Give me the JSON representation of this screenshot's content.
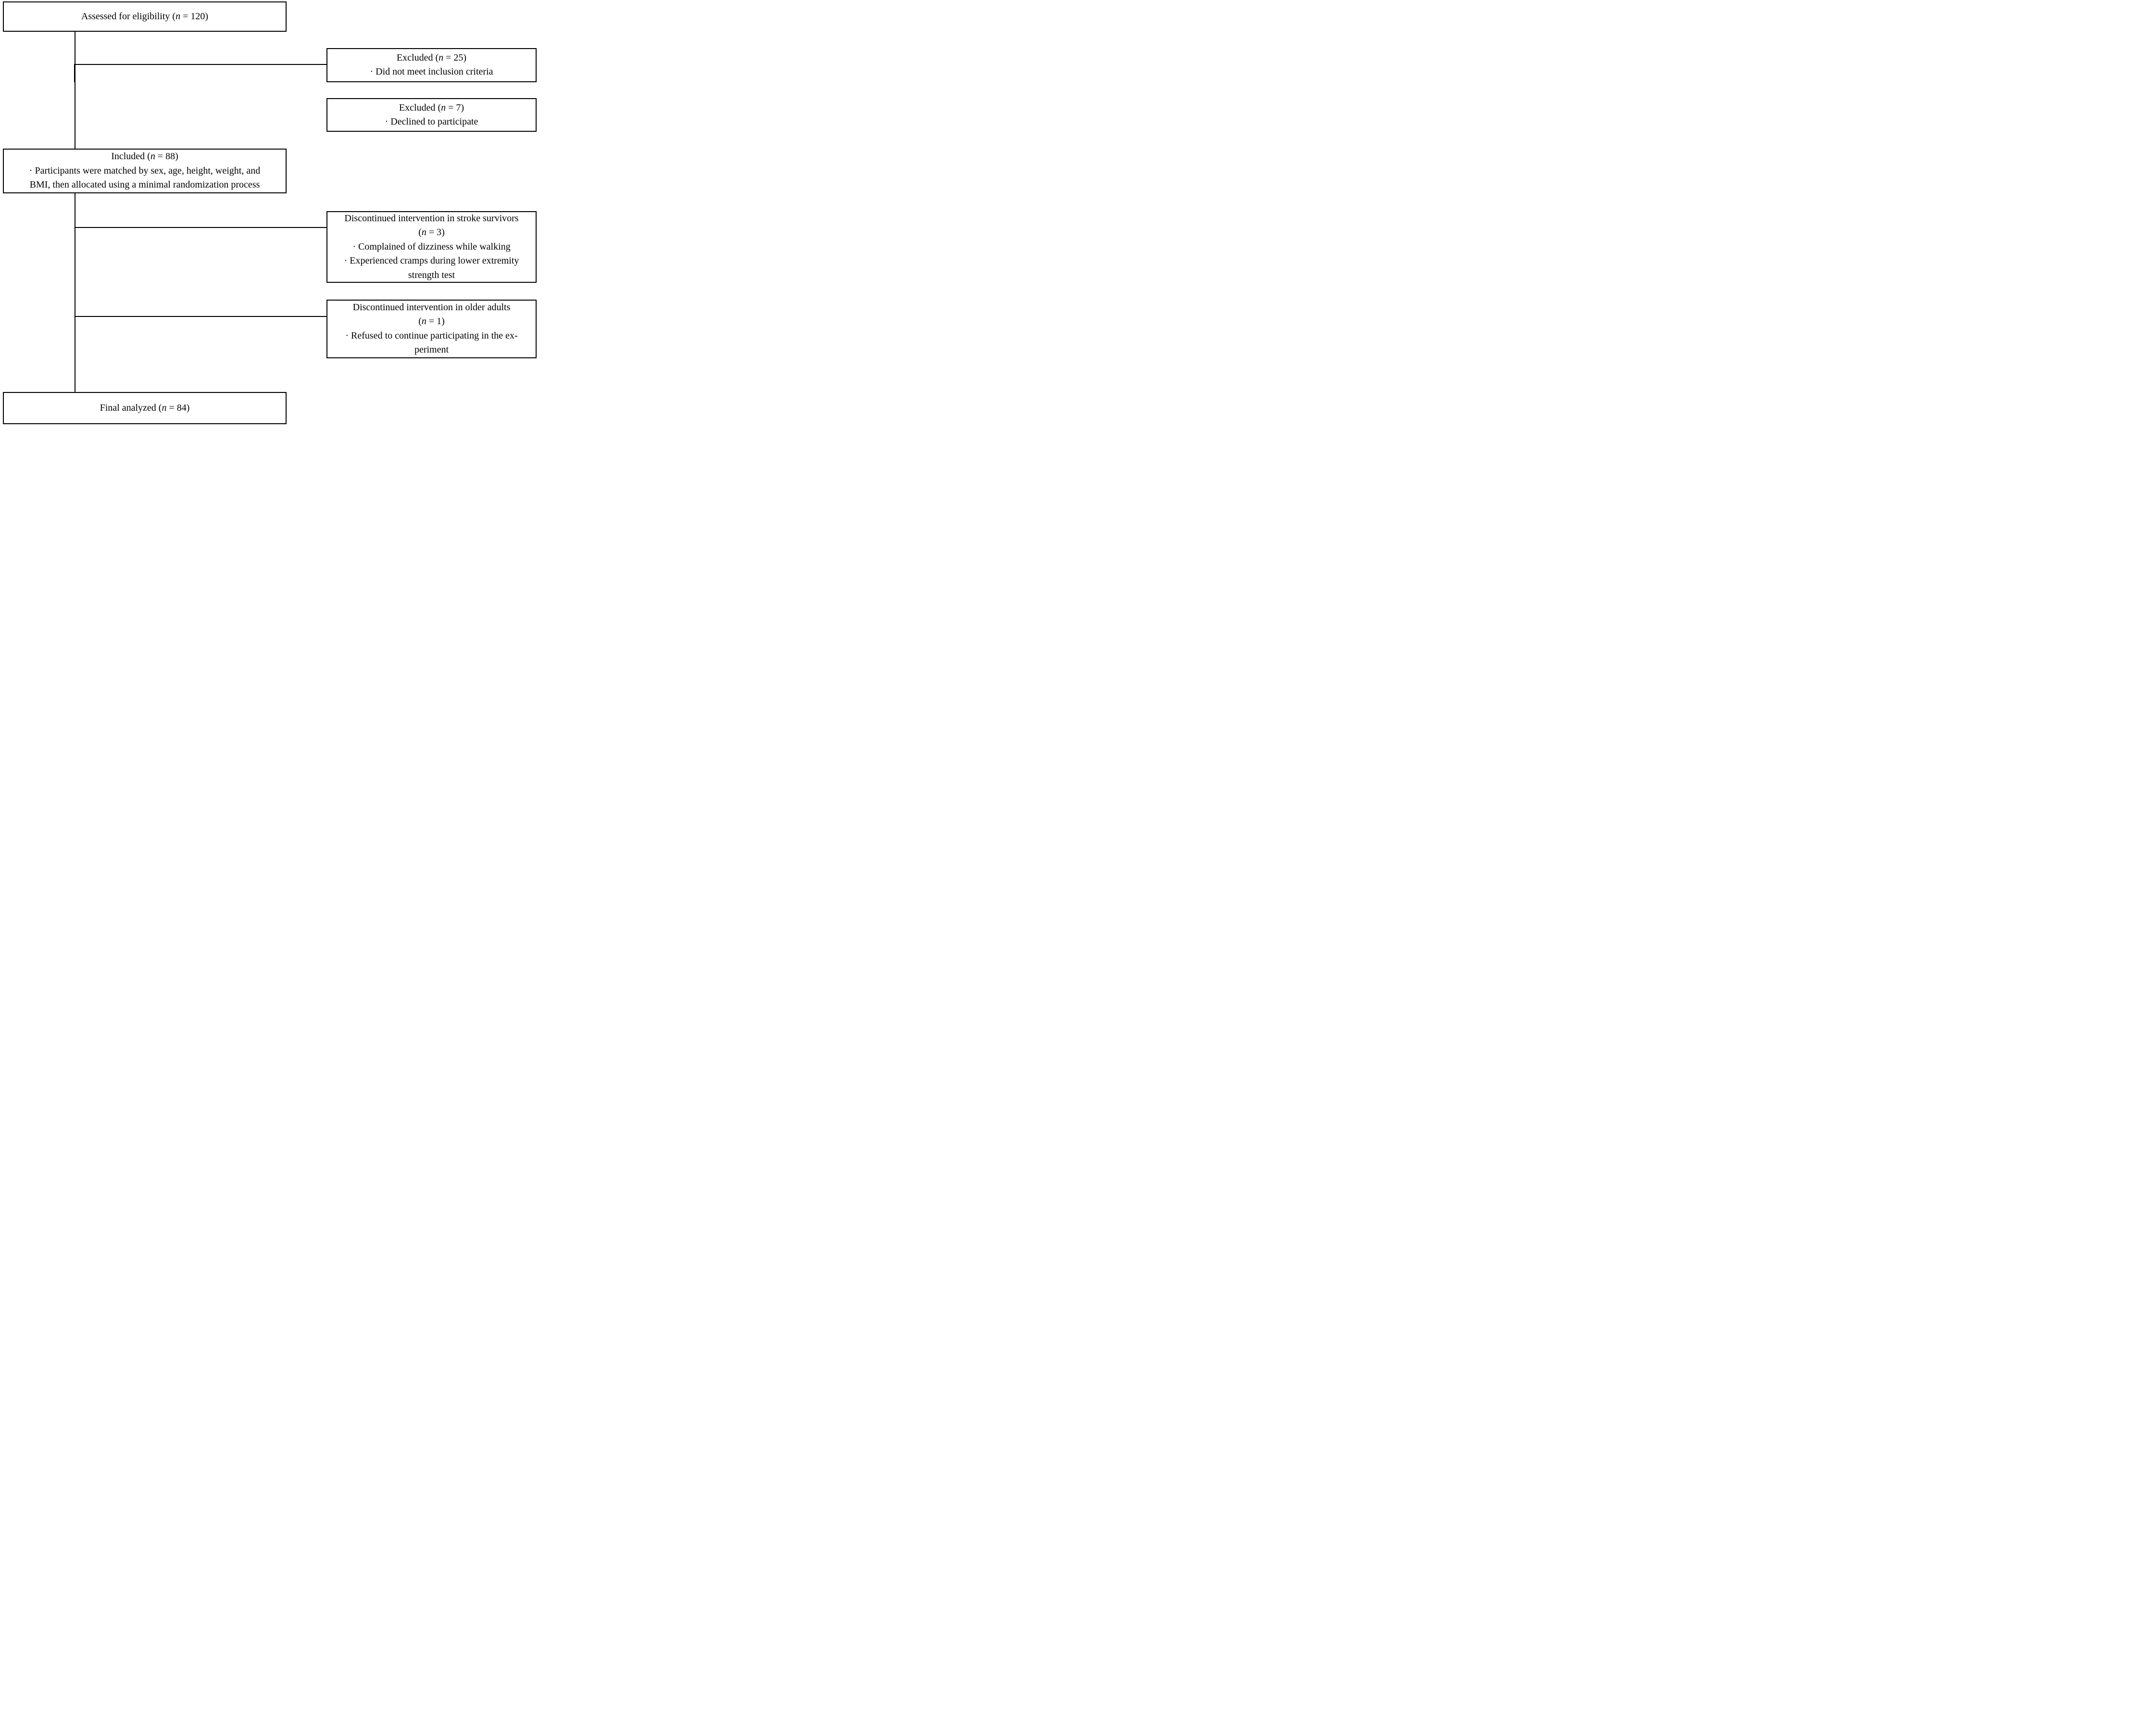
{
  "figure": {
    "type": "participant-flow-diagram",
    "background_color": "#ffffff",
    "line_color": "#000000",
    "text_color": "#000000",
    "boxes": {
      "assessed": {
        "lines": [
          [
            {
              "t": "Assessed for eligibility ("
            },
            {
              "t": "n",
              "i": true
            },
            {
              "t": " = 120)"
            }
          ]
        ]
      },
      "excluded_not_meet": {
        "lines": [
          [
            {
              "t": "Excluded ("
            },
            {
              "t": "n",
              "i": true
            },
            {
              "t": " = 25)"
            }
          ],
          [
            {
              "t": "· Did not meet inclusion criteria"
            }
          ]
        ]
      },
      "excluded_declined": {
        "lines": [
          [
            {
              "t": "Excluded ("
            },
            {
              "t": "n",
              "i": true
            },
            {
              "t": " = 7)"
            }
          ],
          [
            {
              "t": "· Declined to participate"
            }
          ]
        ]
      },
      "included": {
        "lines": [
          [
            {
              "t": "Included ("
            },
            {
              "t": "n",
              "i": true
            },
            {
              "t": " = 88)"
            }
          ],
          [
            {
              "t": "· Participants were matched by sex, age, height, weight, and"
            }
          ],
          [
            {
              "t": "BMI, then allocated using a minimal randomization process"
            }
          ]
        ]
      },
      "discontinued_stroke": {
        "lines": [
          [
            {
              "t": "Discontinued intervention in stroke survivors"
            }
          ],
          [
            {
              "t": "("
            },
            {
              "t": "n",
              "i": true
            },
            {
              "t": " = 3)"
            }
          ],
          [
            {
              "t": "· Complained of dizziness while walking"
            }
          ],
          [
            {
              "t": "· Experienced cramps during lower extremity"
            }
          ],
          [
            {
              "t": "strength test"
            }
          ]
        ]
      },
      "discontinued_older": {
        "lines": [
          [
            {
              "t": "Discontinued intervention in older adults"
            }
          ],
          [
            {
              "t": "("
            },
            {
              "t": "n",
              "i": true
            },
            {
              "t": " = 1)"
            }
          ],
          [
            {
              "t": "· Refused to continue participating in the ex-"
            }
          ],
          [
            {
              "t": "periment"
            }
          ]
        ]
      },
      "final_analyzed": {
        "lines": [
          [
            {
              "t": "Final analyzed ("
            },
            {
              "t": "n",
              "i": true
            },
            {
              "t": " = 84)"
            }
          ]
        ]
      }
    }
  }
}
